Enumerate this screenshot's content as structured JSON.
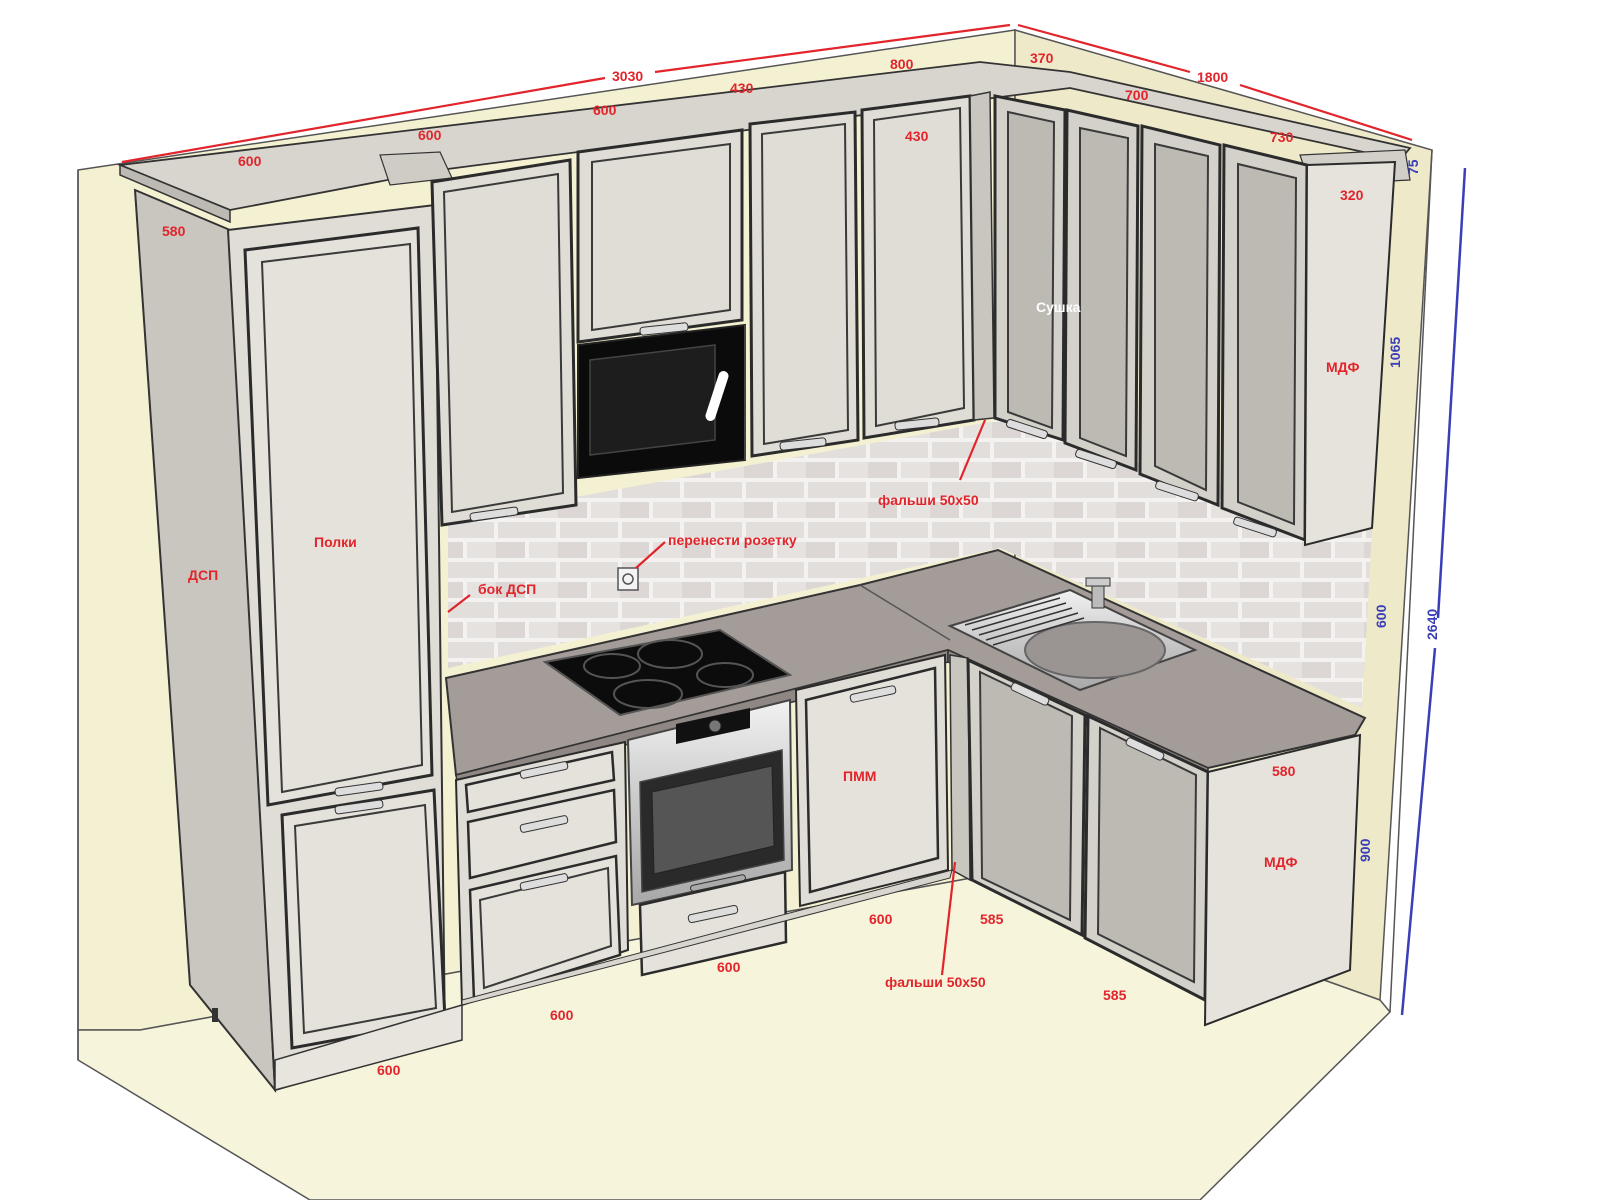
{
  "colors": {
    "dimension_red": "#e2242b",
    "dimension_blue": "#3a3fb8",
    "wall": "#f4f1d2",
    "floor": "#f7f4dc",
    "facade": "#e0ddd6",
    "facade_shadow": "#c9c6bf",
    "countertop": "#a39c98",
    "tile": "#e9e5e2"
  },
  "dimensions": {
    "top_total": "3030",
    "right_total": "1800",
    "top_600_a": "600",
    "top_600_b": "600",
    "top_600_c": "600",
    "top_430_a": "430",
    "top_430_b": "430",
    "top_800": "800",
    "top_370": "370",
    "top_700": "700",
    "top_730": "730",
    "depth_580_left": "580",
    "depth_320": "320",
    "depth_580_right": "580",
    "height_75": "75",
    "height_1065": "1065",
    "height_600": "600",
    "height_900": "900",
    "height_2640": "2640",
    "bottom_600_a": "600",
    "bottom_600_b": "600",
    "bottom_600_c": "600",
    "bottom_600_d": "600",
    "bottom_585_a": "585",
    "bottom_585_b": "585"
  },
  "annotations": {
    "dsp": "ДСП",
    "shelves": "Полки",
    "side_dsp": "бок ДСП",
    "move_socket": "перенести розетку",
    "filler_top": "фальши 50х50",
    "filler_bottom": "фальши 50х50",
    "dryer": "Сушка",
    "mdf_upper": "МДФ",
    "mdf_lower": "МДФ",
    "dishwasher": "ПММ"
  }
}
